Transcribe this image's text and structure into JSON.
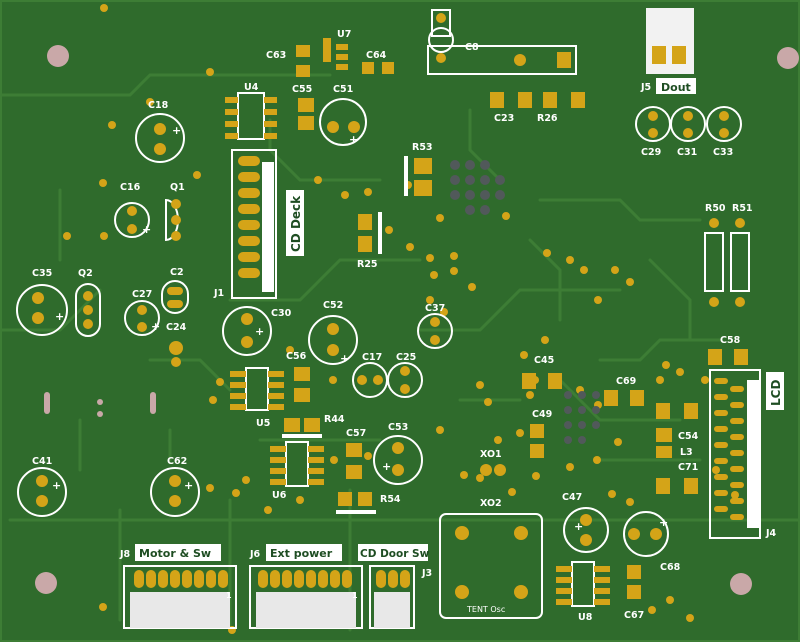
{
  "board": {
    "colors": {
      "soldermask": "#2f6b2c",
      "trace": "#3d7d35",
      "copper_pad": "#d4a418",
      "silkscreen": "#ffffff",
      "mounting_hole": "#c9a8a8",
      "header_body": "#e8e8e8"
    }
  },
  "labels": {
    "c63": "C63",
    "u7": "U7",
    "c64": "C64",
    "c8": "C8",
    "c55": "C55",
    "c51": "C51",
    "u4": "U4",
    "c18": "C18",
    "c16": "C16",
    "q1": "Q1",
    "r53": "R53",
    "c23": "C23",
    "r26": "R26",
    "c29": "C29",
    "c31": "C31",
    "c33": "C33",
    "j5": "J5",
    "r50": "R50",
    "r51": "R51",
    "r25": "R25",
    "j1": "J1",
    "c35": "C35",
    "q2": "Q2",
    "c2": "C2",
    "c27": "C27",
    "c24": "C24",
    "c30": "C30",
    "c52": "C52",
    "c37": "C37",
    "c17": "C17",
    "c25": "C25",
    "c56": "C56",
    "u5": "U5",
    "r44": "R44",
    "c57": "C57",
    "c53": "C53",
    "c45": "C45",
    "c69": "C69",
    "c49": "C49",
    "c54": "C54",
    "l3": "L3",
    "c71": "C71",
    "c58": "C58",
    "j4": "J4",
    "c41": "C41",
    "c62": "C62",
    "u6": "U6",
    "r54": "R54",
    "xo1": "XO1",
    "xo2": "XO2",
    "c47": "C47",
    "c68": "C68",
    "u8": "U8",
    "c67": "C67",
    "j8": "J8",
    "j6": "J6",
    "j3": "J3"
  },
  "headers": {
    "dout": "Dout",
    "cd_deck": "CD Deck",
    "lcd": "LCD",
    "motor_sw": "Motor & Sw",
    "ext_power": "Ext power",
    "cd_door_sw": "CD Door Sw",
    "tent_osc": "TENT Osc"
  },
  "pin_marks": {
    "plus": "+",
    "one": "1"
  }
}
